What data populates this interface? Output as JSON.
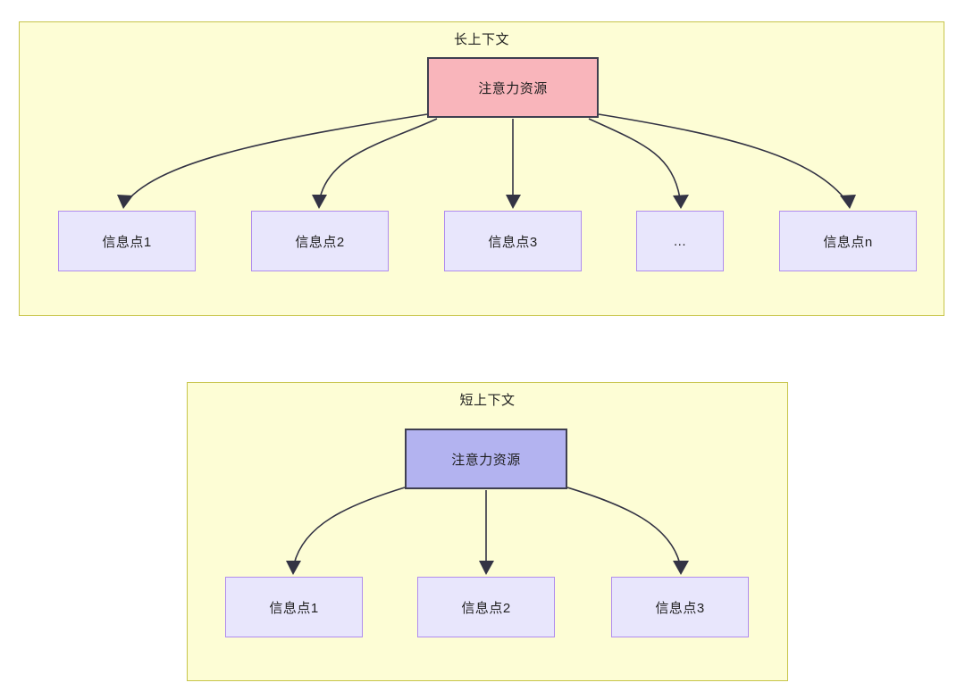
{
  "diagram": {
    "type": "flowchart",
    "background_color": "#ffffff",
    "groups": [
      {
        "id": "long-context",
        "title": "长上下文",
        "fill_color": "#fdfdd5",
        "border_color": "#c7c44a",
        "source_node": {
          "id": "attn-long",
          "label": "注意力资源",
          "fill_color": "#f9b5bb",
          "border_color": "#3f3f50"
        },
        "target_nodes": [
          {
            "id": "info-1",
            "label": "信息点1",
            "fill_color": "#e8e6fc",
            "border_color": "#b08cee"
          },
          {
            "id": "info-2",
            "label": "信息点2",
            "fill_color": "#e8e6fc",
            "border_color": "#b08cee"
          },
          {
            "id": "info-3",
            "label": "信息点3",
            "fill_color": "#e8e6fc",
            "border_color": "#b08cee"
          },
          {
            "id": "info-ellipsis",
            "label": "...",
            "fill_color": "#e8e6fc",
            "border_color": "#b08cee"
          },
          {
            "id": "info-n",
            "label": "信息点n",
            "fill_color": "#e8e6fc",
            "border_color": "#b08cee"
          }
        ]
      },
      {
        "id": "short-context",
        "title": "短上下文",
        "fill_color": "#fdfdd5",
        "border_color": "#c7c44a",
        "source_node": {
          "id": "attn-short",
          "label": "注意力资源",
          "fill_color": "#b3b3f0",
          "border_color": "#3f3f50"
        },
        "target_nodes": [
          {
            "id": "info-s1",
            "label": "信息点1",
            "fill_color": "#e8e6fc",
            "border_color": "#b08cee"
          },
          {
            "id": "info-s2",
            "label": "信息点2",
            "fill_color": "#e8e6fc",
            "border_color": "#b08cee"
          },
          {
            "id": "info-s3",
            "label": "信息点3",
            "fill_color": "#e8e6fc",
            "border_color": "#b08cee"
          }
        ]
      }
    ],
    "edge_color": "#333344",
    "edge_count_long": 5,
    "edge_count_short": 3
  }
}
